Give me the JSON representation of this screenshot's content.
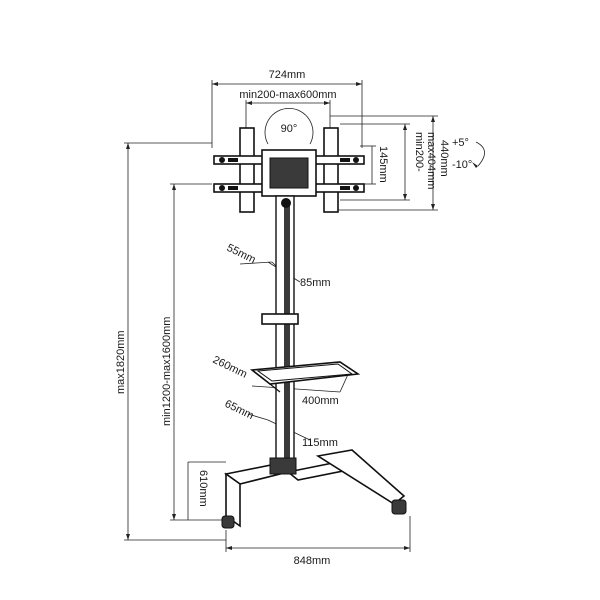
{
  "dimensions": {
    "mount_width": "724mm",
    "vesa_horizontal": "min200-max600mm",
    "rotation": "90°",
    "mount_height": "440mm",
    "vesa_vertical_line1": "min200-",
    "vesa_vertical_line2": "max404mm",
    "arm_spacing": "145mm",
    "tilt_up": "+5°",
    "tilt_down": "-10°",
    "column_depth": "55mm",
    "column_width": "85mm",
    "total_height": "max1820mm",
    "adjust_height": "min1200-max1600mm",
    "shelf_depth": "260mm",
    "shelf_width": "400mm",
    "base_column_depth": "65mm",
    "base_column_width": "115mm",
    "base_depth": "610mm",
    "base_width": "848mm"
  }
}
